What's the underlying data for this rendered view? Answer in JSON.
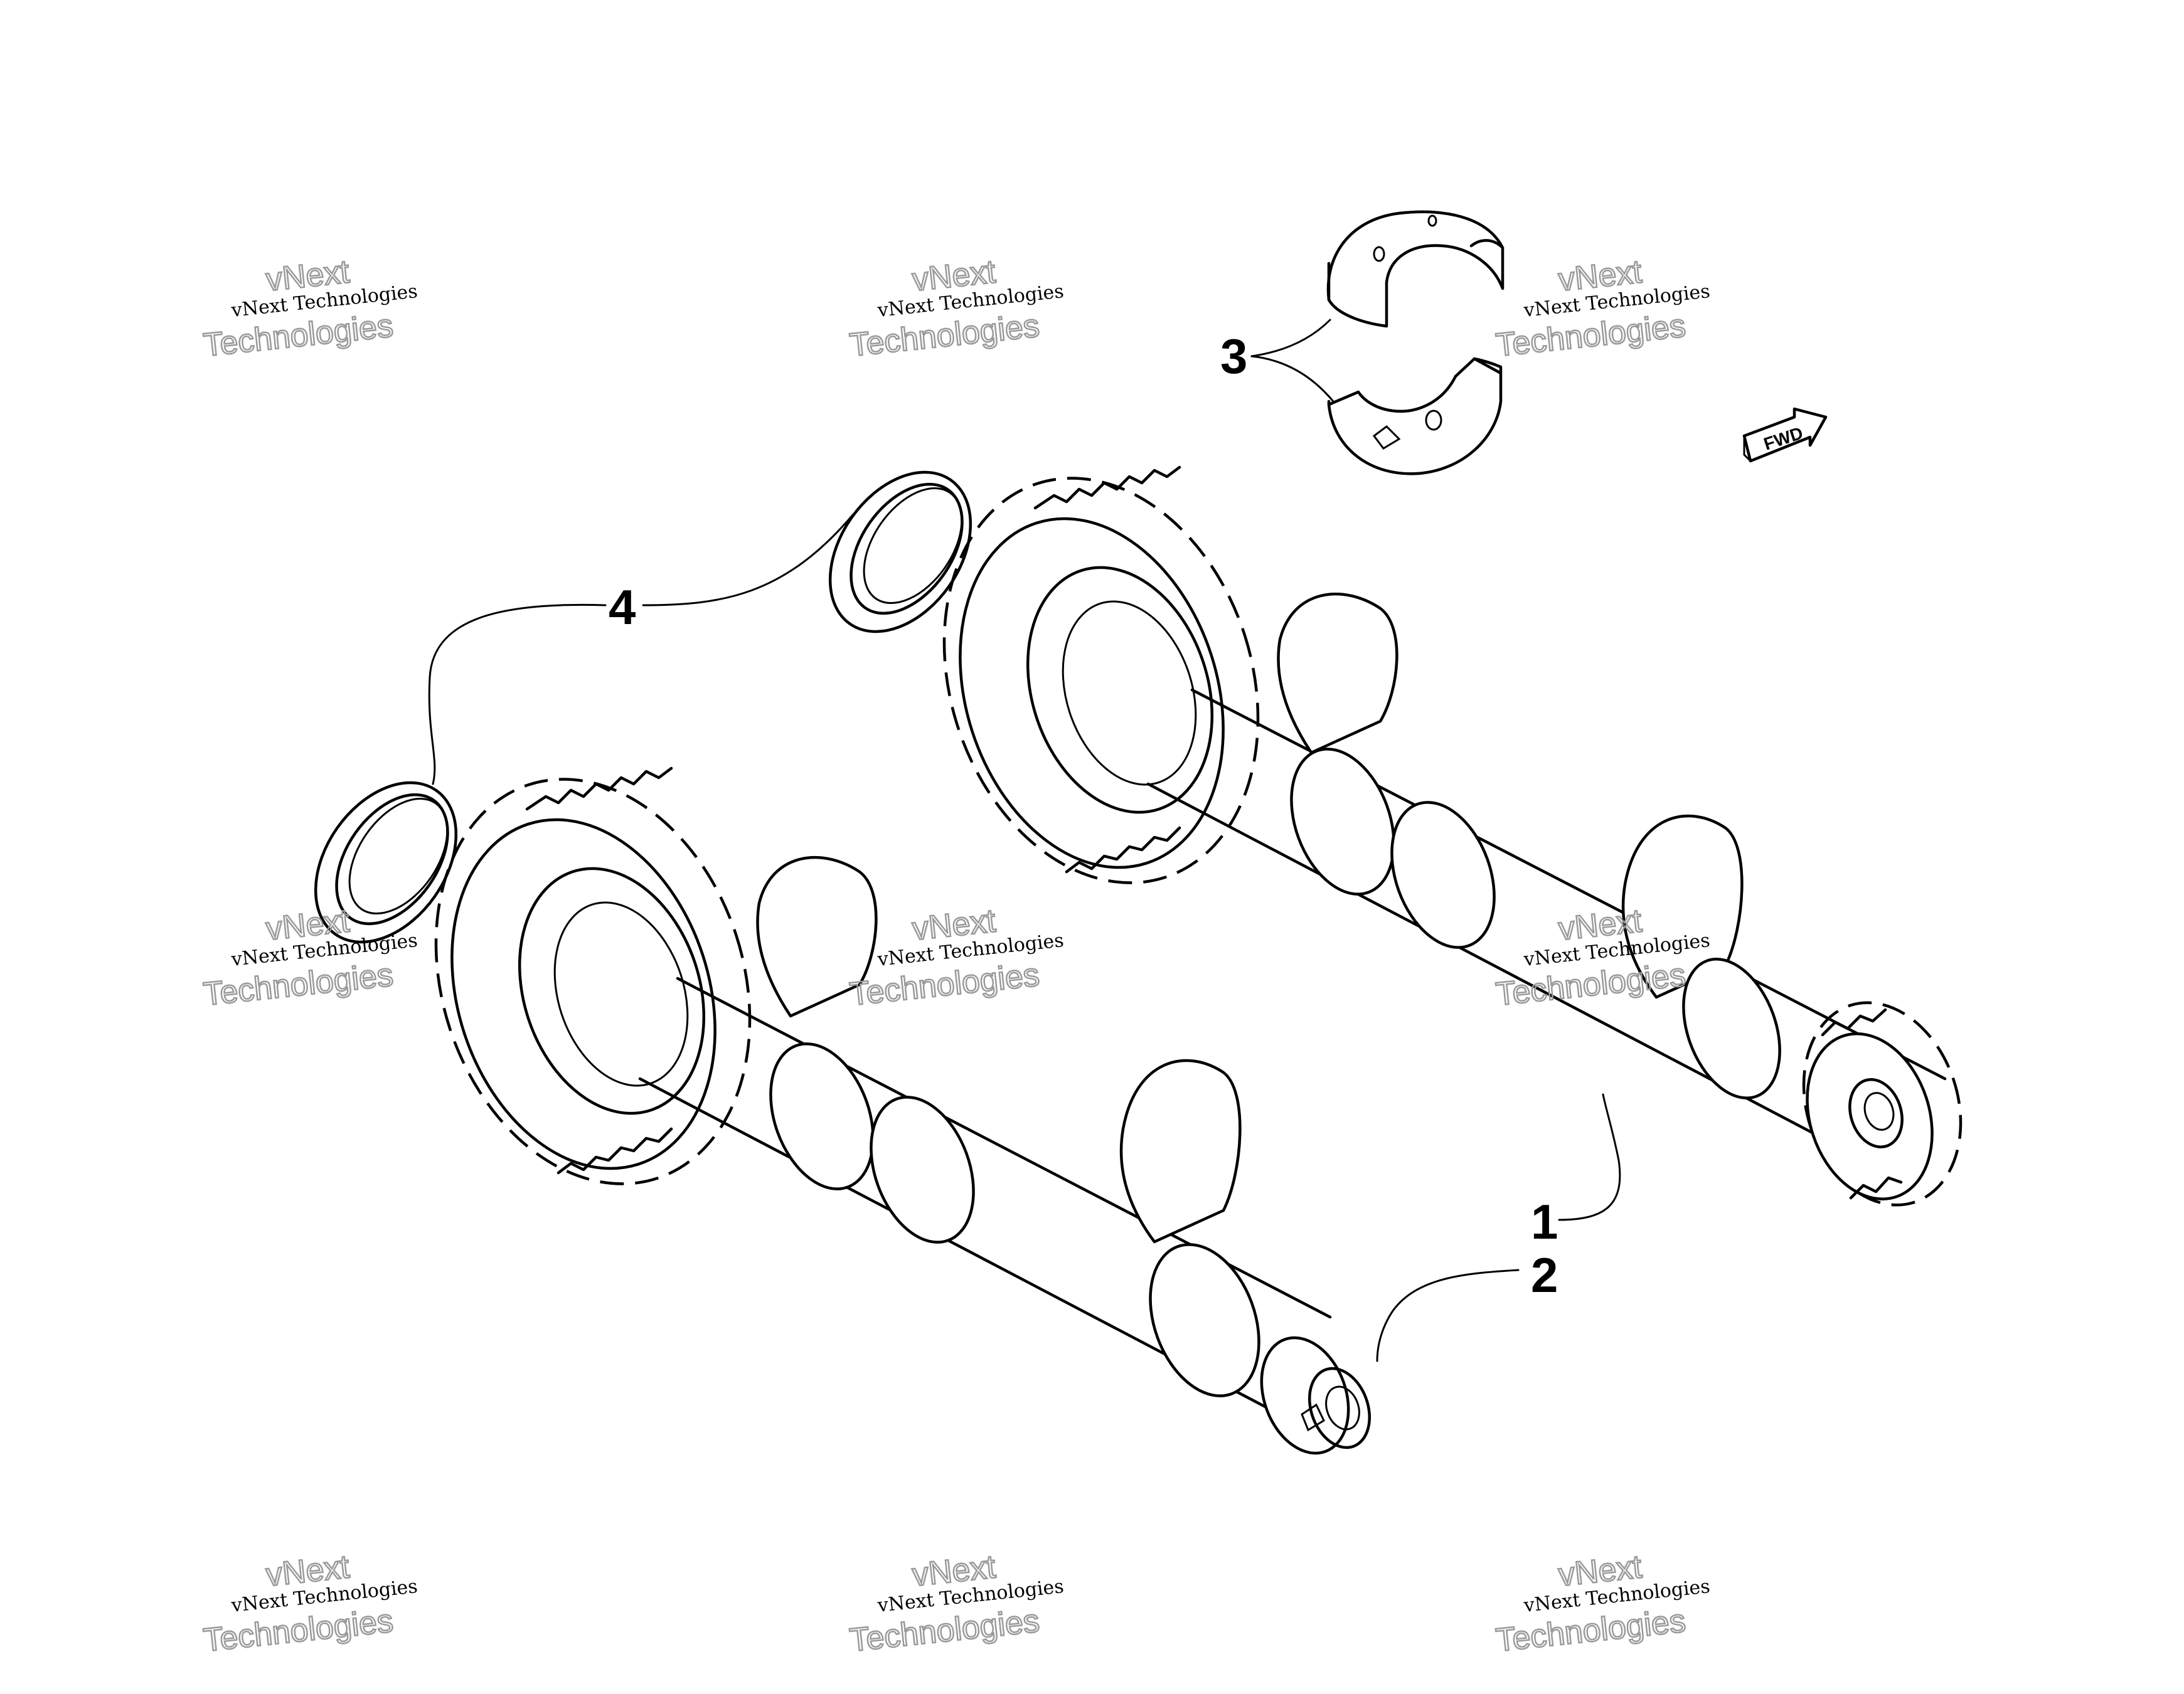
{
  "diagram": {
    "callouts": {
      "c1": "1",
      "c2": "2",
      "c3": "3",
      "c4": "4"
    },
    "fwd_label": "FWD",
    "watermark": {
      "line1": "vNext Technologies",
      "line2a": "vNext",
      "line2b": "Technologies"
    },
    "line_color": "#000000",
    "watermark_color": "#9a9a9a"
  }
}
